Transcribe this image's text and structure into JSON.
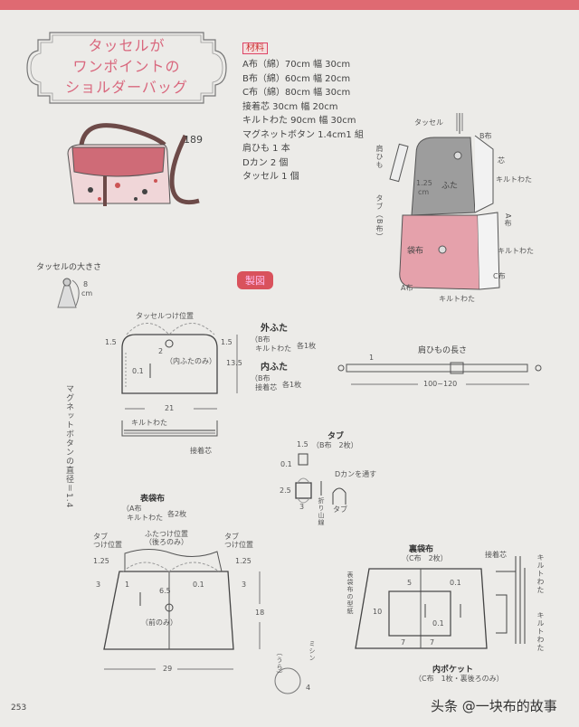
{
  "header": {
    "accent_color": "#df6a72"
  },
  "title": {
    "lines": [
      "タッセルが",
      "ワンポイントの",
      "ショルダーバッグ"
    ],
    "color": "#d9687e"
  },
  "item_number": "189",
  "materials": {
    "label": "材料",
    "items": [
      "A布（綿）70cm 幅 30cm",
      "B布（綿）60cm 幅 20cm",
      "C布（綿）80cm 幅 30cm",
      "接着芯 30cm 幅 20cm",
      "キルトわた 90cm 幅 30cm",
      "マグネットボタン 1.4cm1 組",
      "肩ひも 1 本",
      "Dカン 2 個",
      "タッセル 1 個"
    ]
  },
  "assembly_diagram": {
    "labels": {
      "tassel": "タッセル",
      "b_fabric": "B布",
      "shoulder_strap": "肩ひも",
      "interfacing": "芯",
      "quilt_batting_1": "キルトわた",
      "flap": "ふた",
      "flap_measure": "1.25",
      "flap_unit": "cm",
      "tab": "タブ（B布）",
      "a_fabric_side": "A布",
      "quilt_batting_2": "キルトわた",
      "bag_body": "袋布",
      "c_fabric": "C布",
      "a_fabric_bottom": "A布",
      "quilt_batting_3": "キルトわた"
    }
  },
  "tassel_size": {
    "title": "タッセルの大きさ",
    "value": "8",
    "unit": "cm"
  },
  "section_badge": "製図",
  "flap_pattern": {
    "tassel_position": "タッセルつけ位置",
    "corner_left": "1.5",
    "corner_right": "1.5",
    "button_offset": "2",
    "inner_only": "（内ふたのみ）",
    "seam": "0.1",
    "height": "13.5",
    "width": "21",
    "batting": "キルトわた",
    "interfacing": "接着芯"
  },
  "flap_parts": {
    "outer_title": "外ふた",
    "outer_materials": [
      "B布",
      "キルトわた"
    ],
    "outer_count": "各1枚",
    "inner_title": "内ふた",
    "inner_materials": [
      "B布",
      "接着芯"
    ],
    "inner_count": "各1枚"
  },
  "magnet_note": "マグネットボタンの直径＝1.4",
  "strap": {
    "title": "肩ひもの長さ",
    "tick": "1",
    "length": "100~120"
  },
  "tab": {
    "title": "タブ",
    "materials": "（B布　2枚）",
    "fold_width": "1.5",
    "seam": "0.1",
    "height": "2.5",
    "width": "3",
    "d_ring_note": "Dカンを通す",
    "fold_line": "折り山線",
    "tab_label": "タブ"
  },
  "outer_bag": {
    "title": "表袋布",
    "materials": [
      "A布",
      "キルトわた"
    ],
    "count": "各2枚",
    "tab_pos_left": [
      "タブ",
      "つけ位置"
    ],
    "tab_pos_right": [
      "タブ",
      "つけ位置"
    ],
    "flap_pos": [
      "ふたつけ位置",
      "（後ろのみ）"
    ],
    "left_125": "1.25",
    "right_125": "1.25",
    "left_3": "3",
    "right_3": "3",
    "left_1": "1",
    "center": "6.5",
    "seam": "0.1",
    "front_only": "（前のみ）",
    "height": "18",
    "width": "29"
  },
  "corner_detail": {
    "stitch": "ミシン",
    "fold": "（うら）",
    "value": "4"
  },
  "lining": {
    "title": "裏袋布",
    "materials": "（C布　2枚）",
    "pattern_note": "表袋布の型紙",
    "top_offset": "5",
    "seam_1": "0.1",
    "pocket_height": "10",
    "seam_2": "0.1",
    "pocket_left": "7",
    "pocket_right": "7",
    "pocket_title": "内ポケット",
    "pocket_materials": "（C布　1枚・裏後ろのみ）"
  },
  "cross_section": {
    "interfacing": "接着芯",
    "batting_1": "キルトわた",
    "batting_2": "キルトわた"
  },
  "page_number": "253",
  "watermark": "头条 @一块布的故事"
}
